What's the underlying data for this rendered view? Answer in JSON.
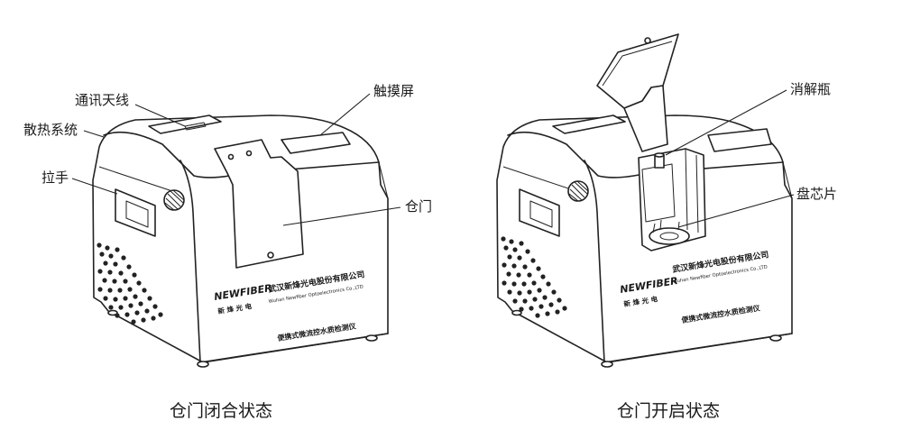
{
  "callouts": {
    "antenna": "通讯天线",
    "cooling": "散热系统",
    "handle": "拉手",
    "touchscreen": "触摸屏",
    "door": "仓门",
    "digestion_bottle": "消解瓶",
    "disc_chip": "盘芯片"
  },
  "captions": {
    "closed": "仓门闭合状态",
    "open": "仓门开启状态"
  },
  "branding": {
    "logo_text": "NEWFIBER",
    "logo_cn": "新 烽 光 电",
    "company_cn": "武汉新烽光电股份有限公司",
    "company_en": "Wuhan Newfiber Optoelectronics Co.,LTD",
    "product_cn": "便携式微流控水质检测仪"
  }
}
